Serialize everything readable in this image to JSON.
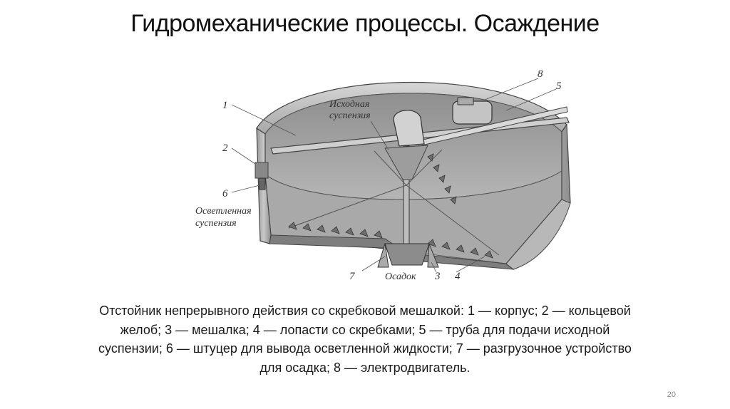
{
  "slide": {
    "title": "Гидромеханические процессы. Осаждение",
    "caption": "Отстойник непрерывного действия со скребковой мешалкой: 1 — корпус; 2 — кольцевой желоб; 3 — мешалка; 4 — лопасти со скребками; 5 — труба для подачи исходной суспензии; 6 — штуцер для вывода осветленной жидкости; 7 — разгрузочное устройство для осадка; 8 — электродвигатель.",
    "page_number": "20"
  },
  "figure": {
    "labels": {
      "n1": "1",
      "n2": "2",
      "n3": "3",
      "n4": "4",
      "n5": "5",
      "n6": "6",
      "n7": "7",
      "n8": "8",
      "feed_line1": "Исходная",
      "feed_line2": "суспензия",
      "clarified_line1": "Осветленная",
      "clarified_line2": "суспензия",
      "sediment": "Осадок"
    }
  }
}
